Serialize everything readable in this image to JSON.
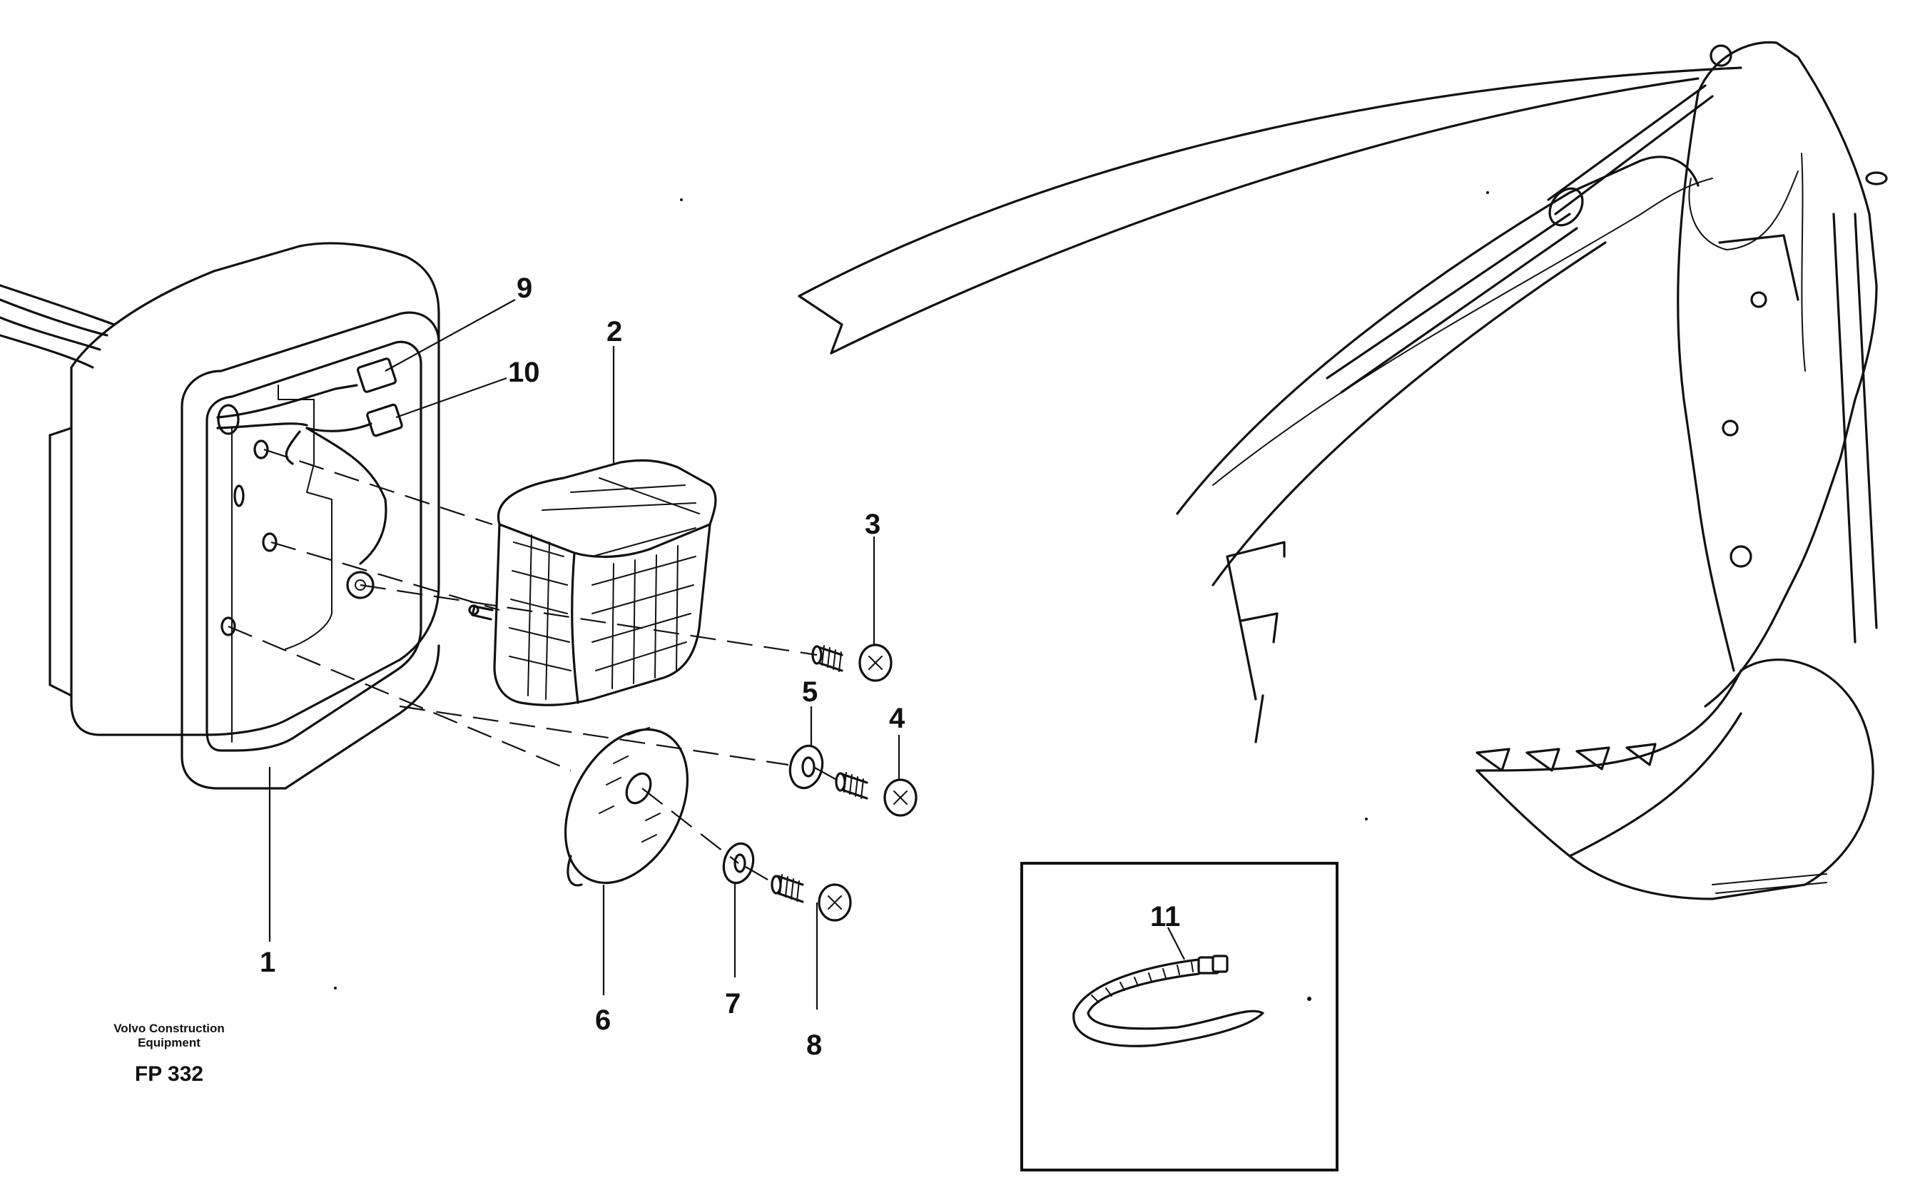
{
  "publisher": {
    "line1": "Volvo Construction",
    "line2": "Equipment"
  },
  "figure_code": "FP 332",
  "callouts": {
    "c1": "1",
    "c2": "2",
    "c3": "3",
    "c4": "4",
    "c5": "5",
    "c6": "6",
    "c7": "7",
    "c8": "8",
    "c9": "9",
    "c10": "10",
    "c11": "11"
  }
}
